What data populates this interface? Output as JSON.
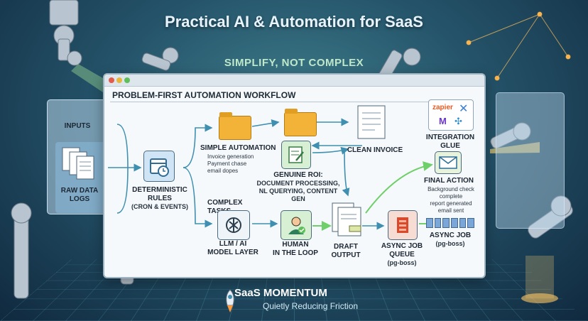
{
  "header": {
    "title": "Practical AI & Automation for SaaS",
    "subtitle": "SIMPLIFY, NOT COMPLEX"
  },
  "workflow": {
    "title": "PROBLEM-FIRST AUTOMATION WORKFLOW",
    "inputs": {
      "heading": "INPUTS",
      "label_line1": "RAW DATA",
      "label_line2": "LOGS"
    },
    "rules": {
      "line1": "DETERMINISTIC",
      "line2": "RULES",
      "line3": "(CRON & EVENTS)"
    },
    "simple": {
      "heading": "SIMPLE AUTOMATION",
      "items": [
        "Invoice generation",
        "Payment chase",
        "email dopes"
      ]
    },
    "clean_invoice": "CLEAN INVOICE",
    "integration": {
      "label": "INTEGRATION GLUE",
      "brand": "zapier"
    },
    "roi": {
      "line1": "GENUINE ROI:",
      "line2": "DOCUMENT PROCESSING,",
      "line3": "NL QUERYING, CONTENT GEN"
    },
    "complex_tasks": "COMPLEX TASKS",
    "llm": {
      "line1": "LLM / AI",
      "line2": "MODEL LAYER"
    },
    "human": {
      "line1": "HUMAN",
      "line2": "IN THE LOOP"
    },
    "draft": {
      "line1": "DRAFT",
      "line2": "OUTPUT"
    },
    "queue": {
      "line1": "ASYNC JOB QUEUE",
      "line2": "(pg-boss)"
    },
    "async_job": {
      "line1": "ASYNC JOB",
      "line2": "(pg-boss)"
    },
    "final": {
      "heading": "FINAL ACTION",
      "items": [
        "Background check",
        "complete",
        "report generated",
        "email sent"
      ]
    }
  },
  "footer": {
    "brand": "SaaS MOMENTUM",
    "tagline": "Quietly Reducing Friction"
  },
  "colors": {
    "accent_green": "#8ee08a",
    "panel_blue": "#bcd8ec",
    "folder": "#f2b338",
    "queue_red": "#d9492b"
  }
}
